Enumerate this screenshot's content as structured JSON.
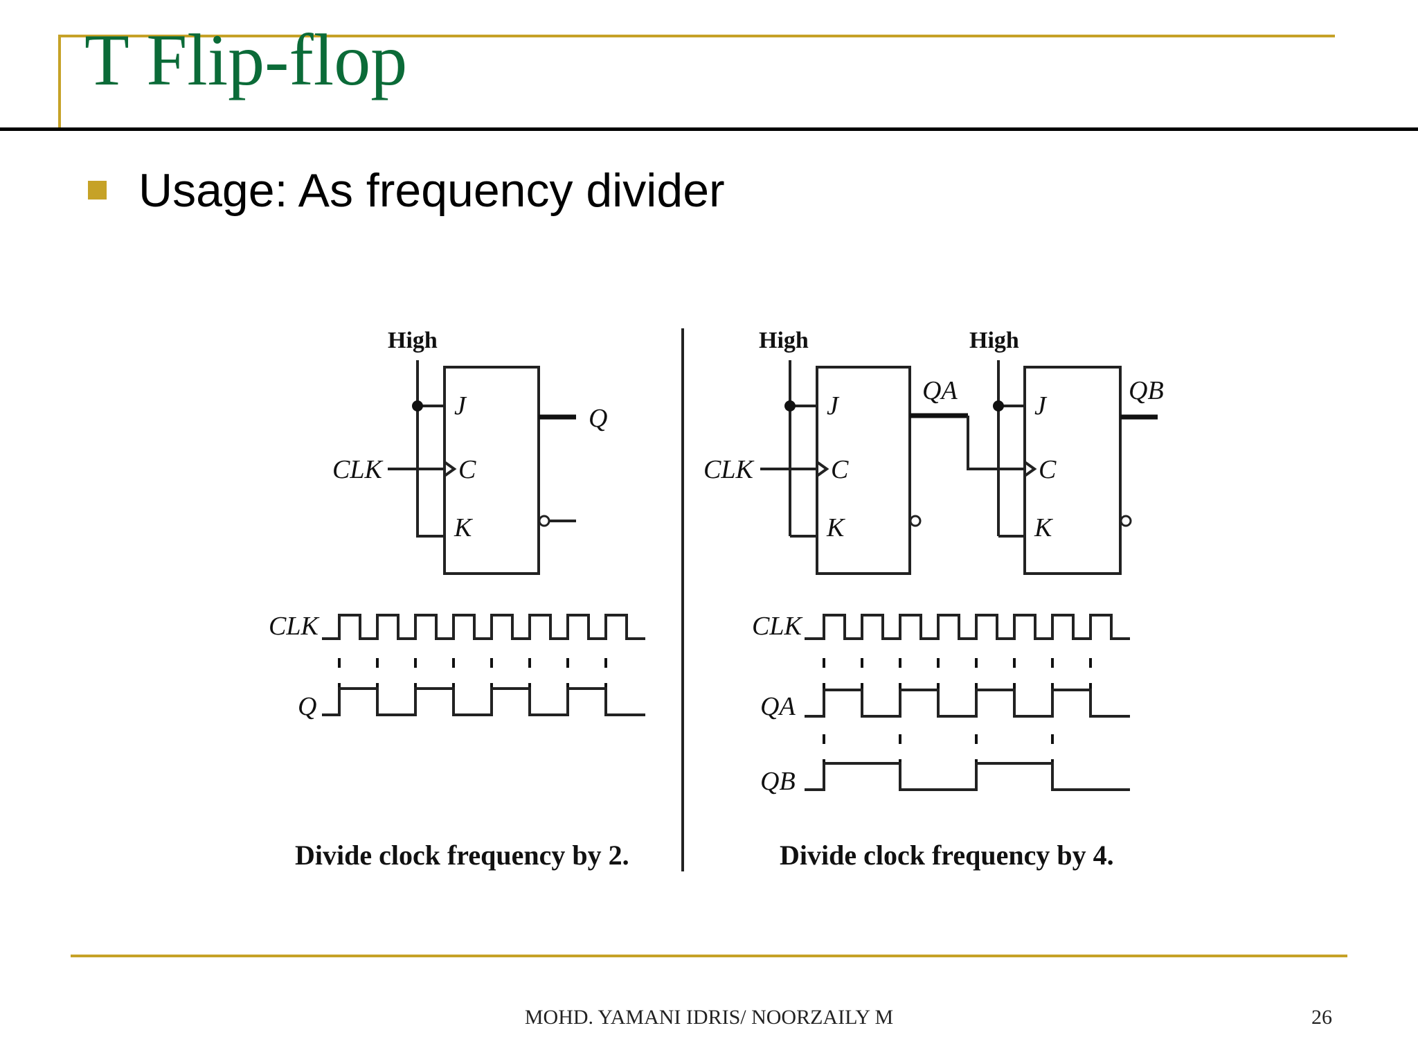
{
  "slide": {
    "title": "T Flip-flop",
    "bullet": "Usage: As frequency divider",
    "footer": "MOHD. YAMANI IDRIS/ NOORZAILY M",
    "page_number": "26"
  },
  "diagram": {
    "left": {
      "high_label": "High",
      "clk_label": "CLK",
      "pin_j": "J",
      "pin_c": "C",
      "pin_k": "K",
      "out_q": "Q",
      "wave_clk": "CLK",
      "wave_q": "Q",
      "caption": "Divide clock frequency by 2."
    },
    "right": {
      "high_label_a": "High",
      "high_label_b": "High",
      "clk_label": "CLK",
      "pin_ja": "J",
      "pin_ca": "C",
      "pin_ka": "K",
      "pin_jb": "J",
      "pin_cb": "C",
      "pin_kb": "K",
      "out_qa": "QA",
      "out_qb": "QB",
      "wave_clk": "CLK",
      "wave_qa": "QA",
      "wave_qb": "QB",
      "caption": "Divide clock frequency by 4."
    }
  },
  "colors": {
    "title": "#0b6b38",
    "accent": "#c6a227"
  }
}
